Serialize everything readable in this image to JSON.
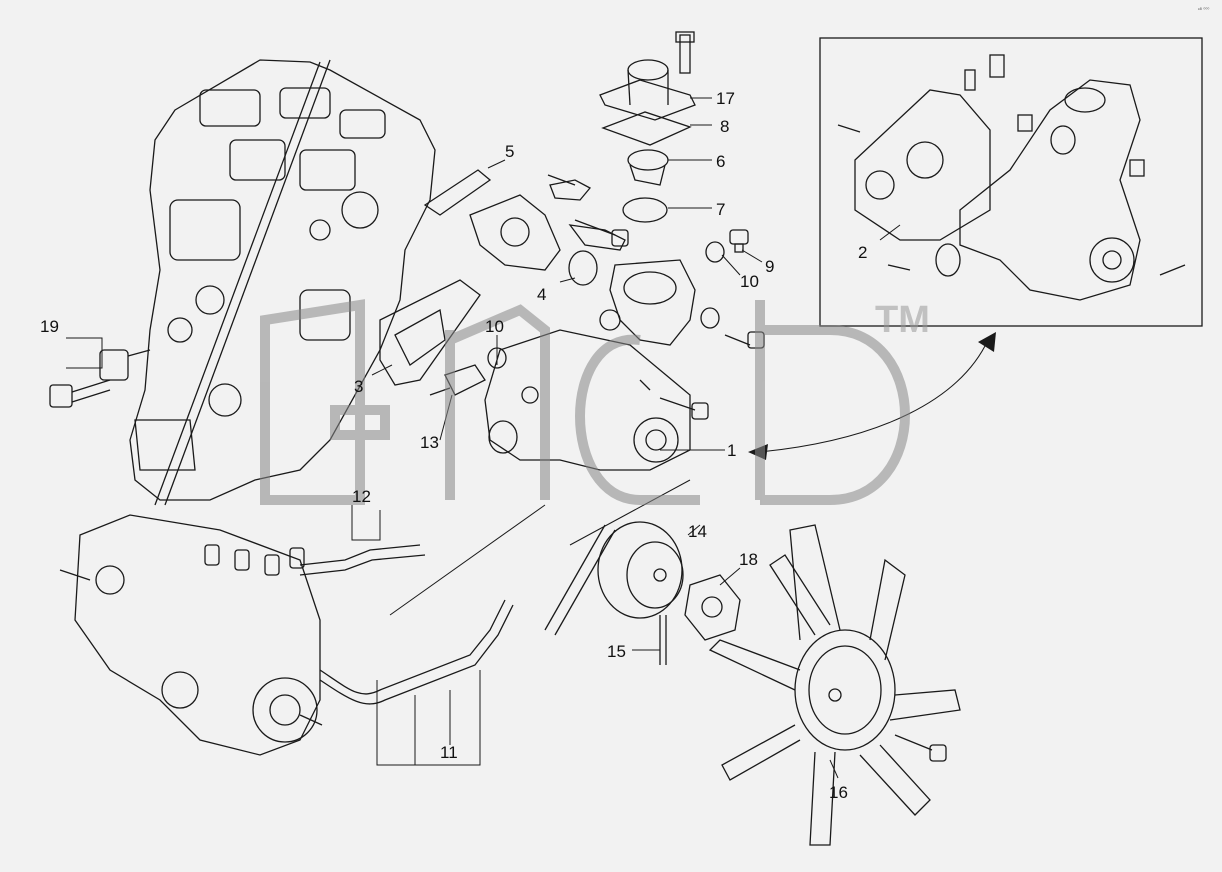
{
  "corner_mark": "ᵉᴮ ⁰⁰⁰",
  "watermark": {
    "trademark": "TM"
  },
  "callouts": [
    "1",
    "2",
    "3",
    "4",
    "5",
    "6",
    "7",
    "8",
    "9",
    "10",
    "10",
    "11",
    "12",
    "13",
    "14",
    "15",
    "16",
    "17",
    "18",
    "19"
  ],
  "colors": {
    "background": "#f2f2f2",
    "line": "#1a1a1a",
    "watermark": "#9a9a9a"
  }
}
